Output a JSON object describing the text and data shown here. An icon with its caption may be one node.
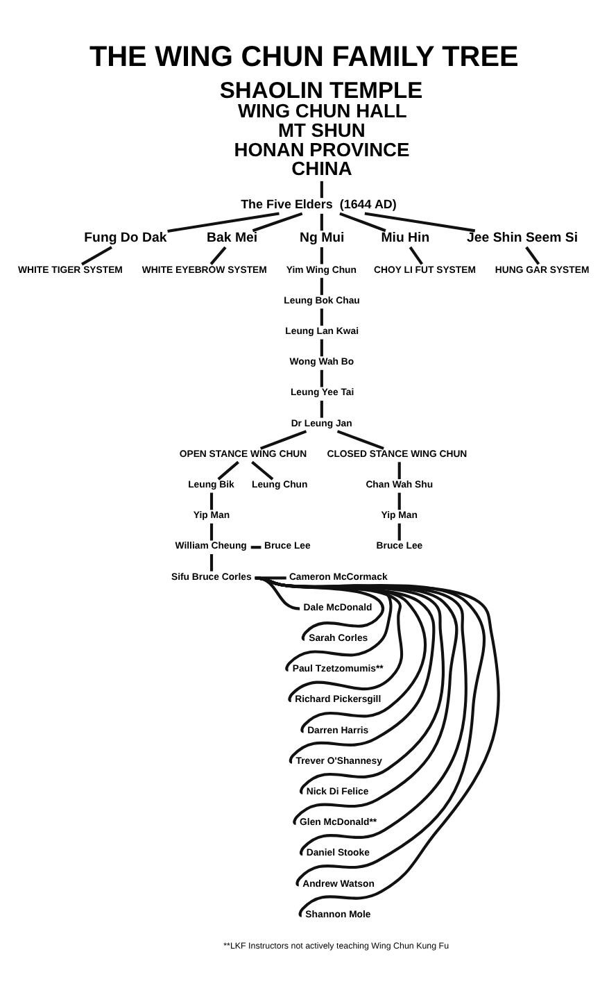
{
  "diagram": {
    "title": "THE WING CHUN FAMILY TREE",
    "nodes": [
      {
        "text": [
          "SHAOLIN TEMPLE",
          "WING CHUN HALL",
          "MT SHUN",
          "HONAN PROVINCE",
          "CHINA"
        ]
      },
      {
        "text": [
          "The Five Elders  (1644 AD)"
        ]
      },
      {
        "text": [
          "Fung Do Dak"
        ]
      },
      {
        "text": [
          "Bak Mei"
        ]
      },
      {
        "text": [
          "Ng Mui"
        ]
      },
      {
        "text": [
          "Miu Hin"
        ]
      },
      {
        "text": [
          "Jee Shin Seem Si"
        ]
      },
      {
        "text": [
          "WHITE TIGER SYSTEM"
        ]
      },
      {
        "text": [
          "WHITE EYEBROW SYSTEM"
        ]
      },
      {
        "text": [
          "Yim Wing Chun"
        ]
      },
      {
        "text": [
          "CHOY LI FUT SYSTEM"
        ]
      },
      {
        "text": [
          "HUNG GAR SYSTEM"
        ]
      },
      {
        "text": [
          "Leung Bok Chau"
        ]
      },
      {
        "text": [
          "Leung Lan Kwai"
        ]
      },
      {
        "text": [
          "Wong Wah Bo"
        ]
      },
      {
        "text": [
          "Leung Yee Tai"
        ]
      },
      {
        "text": [
          "Dr Leung Jan"
        ]
      },
      {
        "text": [
          "OPEN STANCE WING CHUN"
        ]
      },
      {
        "text": [
          "CLOSED STANCE WING CHUN"
        ]
      },
      {
        "text": [
          "Leung Chun"
        ]
      },
      {
        "text": [
          "Leung Bik"
        ]
      },
      {
        "text": [
          "Chan Wah Shu"
        ]
      },
      {
        "text": [
          "Yip Man"
        ]
      },
      {
        "text": [
          "Yip Man"
        ]
      },
      {
        "text": [
          "Bruce Lee"
        ]
      },
      {
        "text": [
          "William Cheung"
        ]
      },
      {
        "text": [
          "Bruce Lee"
        ]
      },
      {
        "text": [
          "Sifu Bruce Corles"
        ]
      },
      {
        "text": [
          "Cameron McCormack"
        ]
      },
      {
        "text": [
          "Dale McDonald"
        ]
      },
      {
        "text": [
          "Sarah Corles"
        ]
      },
      {
        "text": [
          "Paul Tzetzomumis**"
        ]
      },
      {
        "text": [
          "Richard Pickersgill"
        ]
      },
      {
        "text": [
          "Darren Harris"
        ]
      },
      {
        "text": [
          "Trever O'Shannesy"
        ]
      },
      {
        "text": [
          "Nick Di Felice"
        ]
      },
      {
        "text": [
          "Glen McDonald**"
        ]
      },
      {
        "text": [
          "Daniel Stooke"
        ]
      },
      {
        "text": [
          "Andrew Watson"
        ]
      },
      {
        "text": [
          "Shannon Mole"
        ]
      }
    ],
    "edges": [
      {
        "from": 0,
        "to": 1,
        "arrow": "none"
      },
      {
        "from": 1,
        "to": 2,
        "arrow": "none"
      },
      {
        "from": 1,
        "to": 3,
        "arrow": "none"
      },
      {
        "from": 1,
        "to": 4,
        "arrow": "none"
      },
      {
        "from": 1,
        "to": 5,
        "arrow": "none"
      },
      {
        "from": 1,
        "to": 6,
        "arrow": "none"
      },
      {
        "from": 2,
        "to": 7,
        "arrow": "none"
      },
      {
        "from": 3,
        "to": 8,
        "arrow": "none"
      },
      {
        "from": 4,
        "to": 9,
        "arrow": "none"
      },
      {
        "from": 5,
        "to": 10,
        "arrow": "none"
      },
      {
        "from": 6,
        "to": 11,
        "arrow": "none"
      },
      {
        "from": 9,
        "to": 12,
        "arrow": "none"
      },
      {
        "from": 12,
        "to": 13,
        "arrow": "none"
      },
      {
        "from": 13,
        "to": 14,
        "arrow": "none"
      },
      {
        "from": 14,
        "to": 15,
        "arrow": "none"
      },
      {
        "from": 15,
        "to": 16,
        "arrow": "none"
      },
      {
        "from": 16,
        "to": 17,
        "arrow": "none"
      },
      {
        "from": 16,
        "to": 18,
        "arrow": "none"
      },
      {
        "from": 17,
        "to": 19,
        "arrow": "none"
      },
      {
        "from": 17,
        "to": 20,
        "arrow": "none"
      },
      {
        "from": 18,
        "to": 21,
        "arrow": "none"
      },
      {
        "from": 20,
        "to": 22,
        "arrow": "none"
      },
      {
        "from": 21,
        "to": 23,
        "arrow": "none"
      },
      {
        "from": 24,
        "to": 25,
        "arrow": "none"
      },
      {
        "from": 22,
        "to": 25,
        "arrow": "none"
      },
      {
        "from": 23,
        "to": 26,
        "arrow": "none"
      },
      {
        "from": 25,
        "to": 27,
        "arrow": "none"
      },
      {
        "from": 27,
        "to": 28,
        "arrow": "none"
      },
      {
        "from": 27,
        "to": 29,
        "arrow": "none"
      },
      {
        "from": 27,
        "to": 30,
        "arrow": "none"
      },
      {
        "from": 27,
        "to": 31,
        "arrow": "none"
      },
      {
        "from": 27,
        "to": 32,
        "arrow": "none"
      },
      {
        "from": 27,
        "to": 33,
        "arrow": "none"
      },
      {
        "from": 27,
        "to": 34,
        "arrow": "none"
      },
      {
        "from": 27,
        "to": 35,
        "arrow": "none"
      },
      {
        "from": 27,
        "to": 36,
        "arrow": "none"
      },
      {
        "from": 27,
        "to": 37,
        "arrow": "none"
      },
      {
        "from": 27,
        "to": 38,
        "arrow": "none"
      },
      {
        "from": 27,
        "to": 39,
        "arrow": "none"
      }
    ],
    "labels": [
      "**LKF Instructors not actively teaching Wing Chun Kung Fu"
    ]
  }
}
